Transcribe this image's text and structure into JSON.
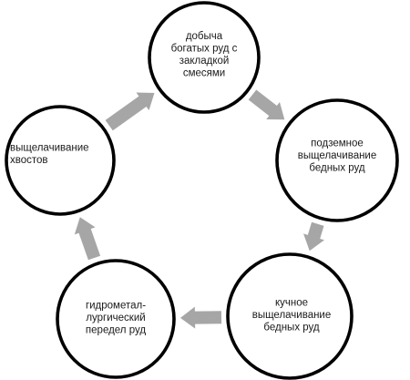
{
  "diagram": {
    "type": "cycle",
    "nodes": [
      {
        "id": "mining",
        "lines": [
          "добыча",
          "богатых руд с",
          "закладкой",
          "смесями"
        ]
      },
      {
        "id": "underground",
        "lines": [
          "подземное",
          "выщелачивание",
          "бедных руд"
        ]
      },
      {
        "id": "heap",
        "lines": [
          "кучное",
          "выщелачивание",
          "бедных руд"
        ]
      },
      {
        "id": "hydro",
        "lines": [
          "гидрометал-",
          "лургический",
          "передел руд"
        ]
      },
      {
        "id": "tailings",
        "lines": [
          "выщелачивание",
          "хвостов"
        ]
      }
    ],
    "edges": [
      {
        "from": "mining",
        "to": "underground"
      },
      {
        "from": "underground",
        "to": "heap"
      },
      {
        "from": "heap",
        "to": "hydro"
      },
      {
        "from": "hydro",
        "to": "tailings"
      },
      {
        "from": "tailings",
        "to": "mining"
      }
    ],
    "colors": {
      "circle_stroke": "#000000",
      "circle_fill": "#ffffff",
      "arrow": "#a6a6a6",
      "text": "#1a1a1a"
    }
  }
}
